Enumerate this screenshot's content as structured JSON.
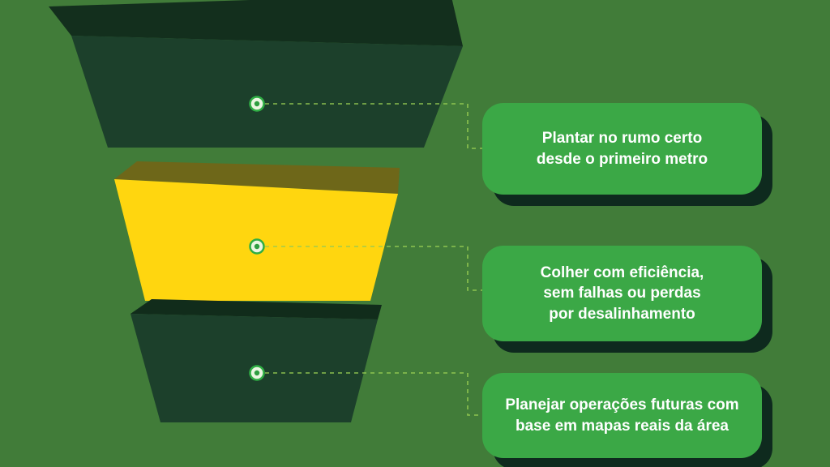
{
  "canvas": {
    "background": "#417C39"
  },
  "funnel": {
    "segments": [
      {
        "id": "step-plantar",
        "face_color": "#1C402B",
        "top_color": "#132F1D"
      },
      {
        "id": "step-colher",
        "face_color": "#FFD60F",
        "top_color": "#6E6719"
      },
      {
        "id": "step-planejar",
        "face_color": "#1C402B",
        "top_color": "#112C1B"
      }
    ]
  },
  "connector": {
    "color": "#96CB52"
  },
  "marker": {
    "ring_color": "#2FAE44",
    "fill_color": "#EAF6E1",
    "dot_color": "#2E9E41"
  },
  "callouts": [
    {
      "box_color": "#3BA846",
      "shadow_color": "#0E2A1E",
      "lines": [
        "Plantar no rumo certo",
        "desde o primeiro metro"
      ]
    },
    {
      "box_color": "#3BA846",
      "shadow_color": "#0E2A1E",
      "lines": [
        "Colher com eficiência,",
        "sem falhas ou perdas",
        "por desalinhamento"
      ]
    },
    {
      "box_color": "#3BA846",
      "shadow_color": "#0E2A1E",
      "lines": [
        "Planejar operações futuras com",
        "base em mapas reais da área"
      ]
    }
  ]
}
